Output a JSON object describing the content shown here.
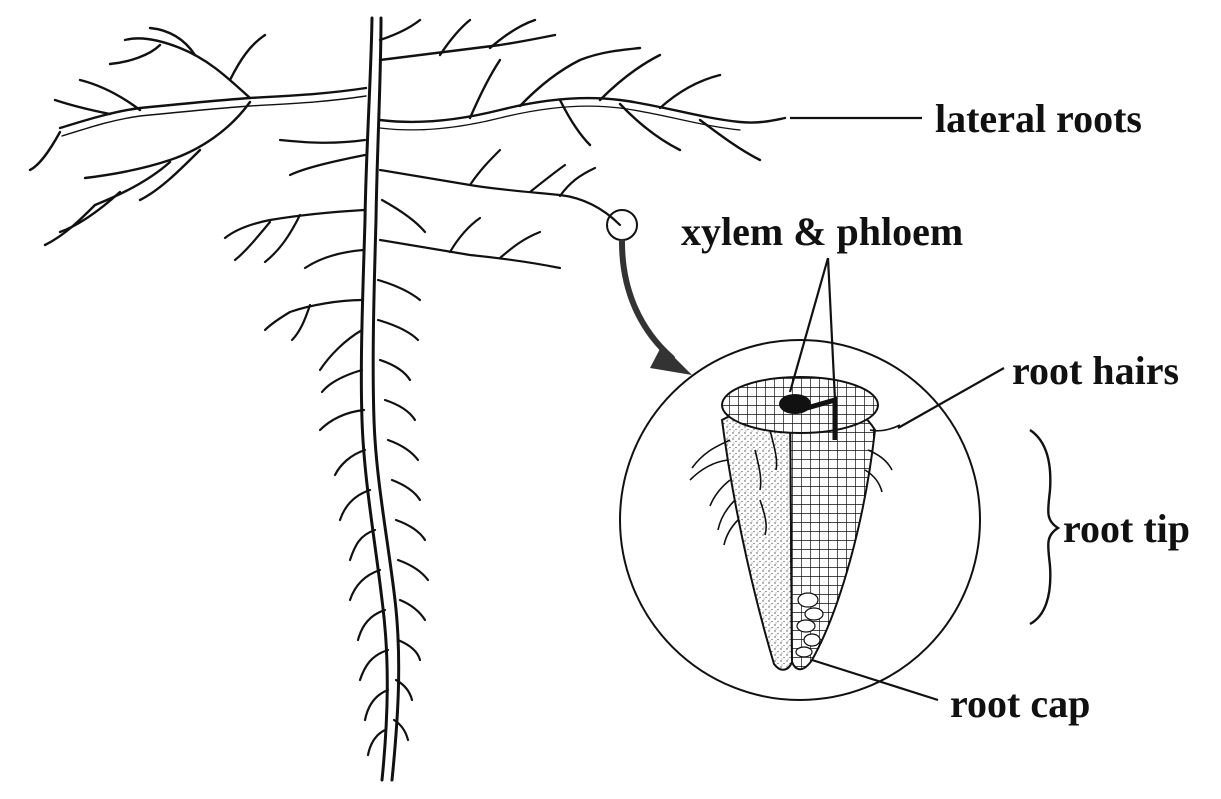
{
  "labels": {
    "lateral_roots": "lateral roots",
    "xylem_phloem": "xylem & phloem",
    "root_hairs": "root hairs",
    "root_tip": "root tip",
    "root_cap": "root cap"
  },
  "colors": {
    "ink": "#111111",
    "background": "#ffffff",
    "stipple": "#444444"
  }
}
